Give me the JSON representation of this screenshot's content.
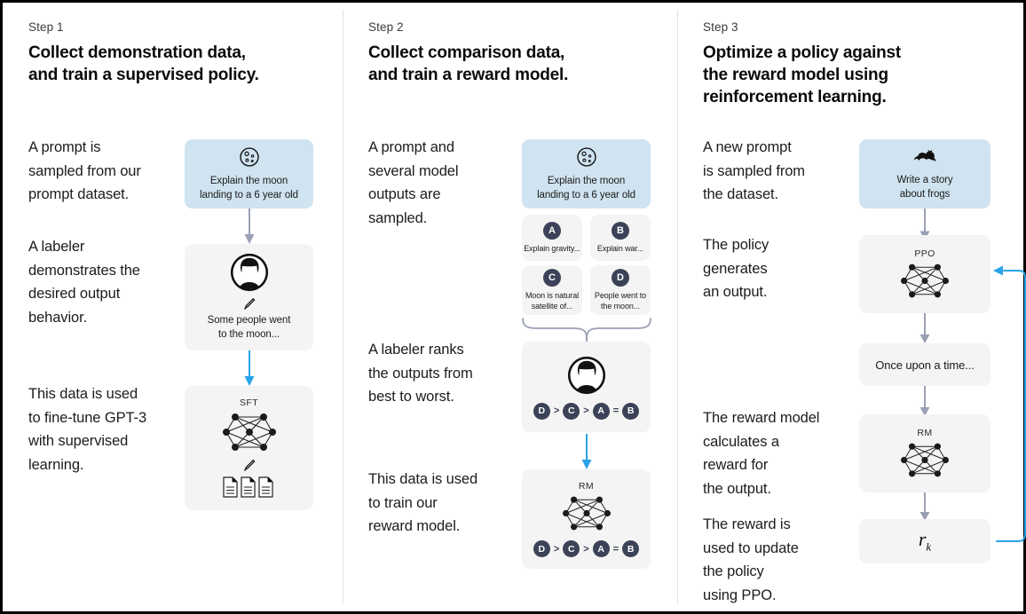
{
  "diagram": {
    "title": "InstructGPT RLHF three step training diagram",
    "accent_blue": "#2aa3e8",
    "prompt_box_bg": "#cfe3f0",
    "box_bg": "#f4f4f4",
    "badge_bg": "#3c4257",
    "arrow_gray": "#9aa0b4"
  },
  "steps": [
    {
      "label": "Step 1",
      "title": "Collect demonstration data,\nand train a supervised policy.",
      "paragraphs": [
        "A prompt is\nsampled from our\nprompt dataset.",
        "A labeler\ndemonstrates the\ndesired output\nbehavior.",
        "This data is used\nto fine-tune GPT-3\nwith supervised\nlearning."
      ],
      "boxes": [
        {
          "name": "prompt",
          "icon": "moon-icon",
          "caption": "Explain the moon\nlanding to a 6 year old"
        },
        {
          "name": "labeler-demo",
          "icon": "person-icon",
          "caption": "Some people went\nto the moon..."
        },
        {
          "name": "sft-model",
          "tag": "SFT",
          "icon": "neural-network-icon"
        }
      ]
    },
    {
      "label": "Step 2",
      "title": "Collect comparison data,\nand train a reward model.",
      "paragraphs": [
        "A prompt and\nseveral model\noutputs are\nsampled.",
        "A labeler ranks\nthe outputs from\nbest to worst.",
        "This data is used\nto train our\nreward model."
      ],
      "boxes": [
        {
          "name": "prompt",
          "icon": "moon-icon",
          "caption": "Explain the moon\nlanding to a 6 year old"
        },
        {
          "name": "sampled-outputs",
          "options": [
            {
              "letter": "A",
              "text": "Explain gravity..."
            },
            {
              "letter": "B",
              "text": "Explain war..."
            },
            {
              "letter": "C",
              "text": "Moon is natural\nsatellite of..."
            },
            {
              "letter": "D",
              "text": "People went to\nthe moon..."
            }
          ]
        },
        {
          "name": "labeler-ranking",
          "icon": "person-icon",
          "ranking": [
            "D",
            ">",
            "C",
            ">",
            "A",
            "=",
            "B"
          ]
        },
        {
          "name": "reward-model",
          "tag": "RM",
          "icon": "neural-network-icon",
          "ranking": [
            "D",
            ">",
            "C",
            ">",
            "A",
            "=",
            "B"
          ]
        }
      ]
    },
    {
      "label": "Step 3",
      "title": "Optimize a policy against\nthe reward model using\nreinforcement learning.",
      "paragraphs": [
        "A new prompt\nis sampled from\nthe dataset.",
        "The policy\ngenerates\nan output.",
        "The reward model\ncalculates a\nreward for\nthe output.",
        "The reward is\nused to update\nthe policy\nusing PPO."
      ],
      "boxes": [
        {
          "name": "new-prompt",
          "icon": "frog-icon",
          "caption": "Write a story\nabout frogs"
        },
        {
          "name": "ppo-policy",
          "tag": "PPO",
          "icon": "neural-network-icon"
        },
        {
          "name": "generated-output",
          "text": "Once upon a time..."
        },
        {
          "name": "reward-model",
          "tag": "RM",
          "icon": "neural-network-icon"
        },
        {
          "name": "reward-value",
          "symbol": "r",
          "subscript": "k"
        }
      ]
    }
  ]
}
